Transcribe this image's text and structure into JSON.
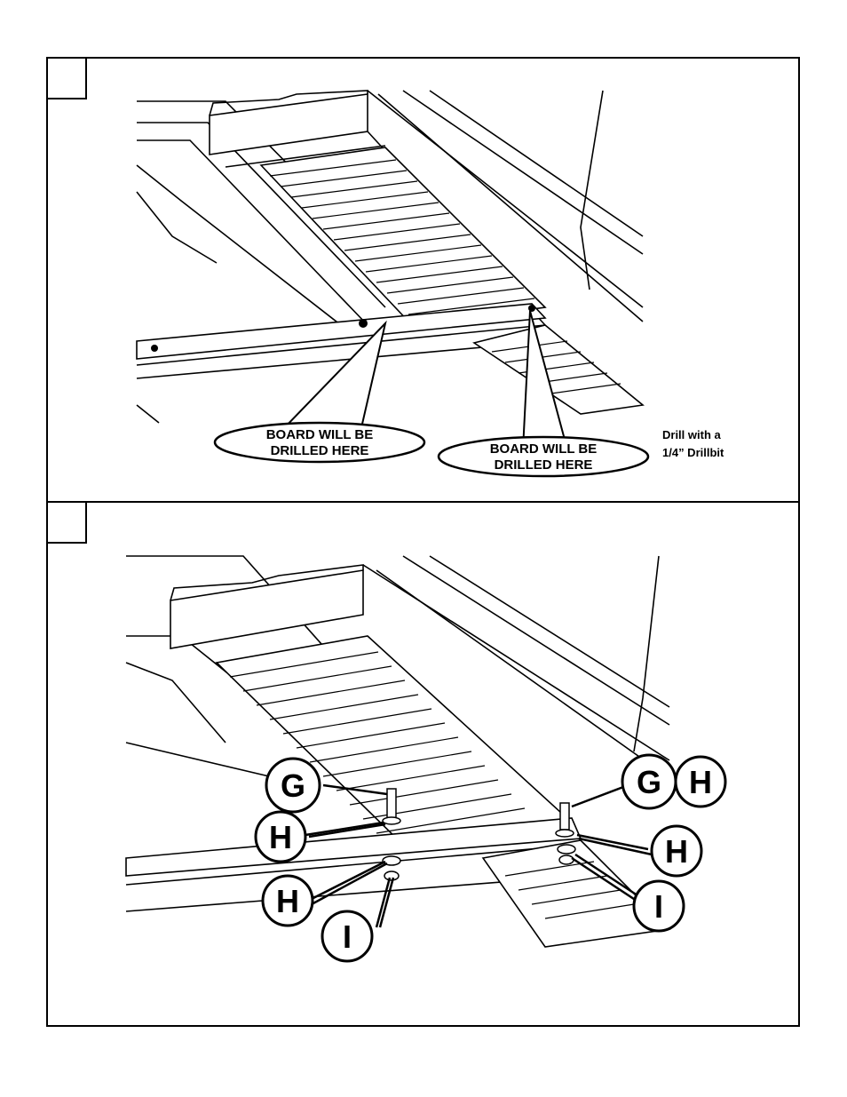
{
  "step1": {
    "callouts": [
      {
        "line1": "BOARD WILL BE",
        "line2": "DRILLED HERE"
      },
      {
        "line1": "BOARD WILL BE",
        "line2": "DRILLED HERE"
      }
    ],
    "note": {
      "line1": "Drill with a",
      "line2": "1/4” Drillbit"
    }
  },
  "step2": {
    "labels": [
      "G",
      "H",
      "G",
      "H",
      "H",
      "H",
      "I",
      "I"
    ]
  }
}
